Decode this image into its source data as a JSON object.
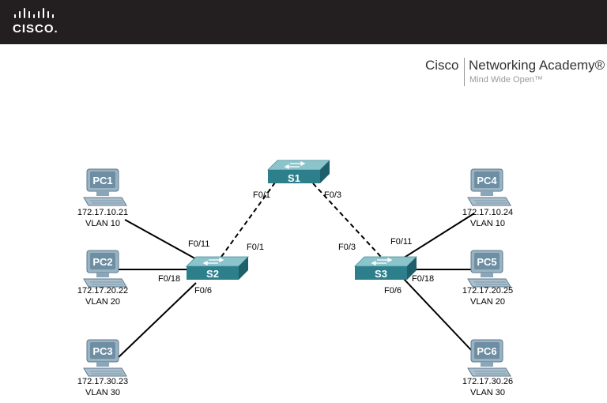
{
  "header": {
    "logo_text": "CISCO."
  },
  "academy": {
    "brand": "Cisco",
    "name": "Networking Academy®",
    "tagline": "Mind Wide Open™"
  },
  "diagram": {
    "switches": [
      {
        "id": "s1",
        "label": "S1"
      },
      {
        "id": "s2",
        "label": "S2"
      },
      {
        "id": "s3",
        "label": "S3"
      }
    ],
    "pcs": [
      {
        "id": "pc1",
        "label": "PC1",
        "ip": "172.17.10.21",
        "vlan": "VLAN 10"
      },
      {
        "id": "pc2",
        "label": "PC2",
        "ip": "172.17.20.22",
        "vlan": "VLAN 20"
      },
      {
        "id": "pc3",
        "label": "PC3",
        "ip": "172.17.30.23",
        "vlan": "VLAN 30"
      },
      {
        "id": "pc4",
        "label": "PC4",
        "ip": "172.17.10.24",
        "vlan": "VLAN 10"
      },
      {
        "id": "pc5",
        "label": "PC5",
        "ip": "172.17.20.25",
        "vlan": "VLAN 20"
      },
      {
        "id": "pc6",
        "label": "PC6",
        "ip": "172.17.30.26",
        "vlan": "VLAN 30"
      }
    ],
    "ports": {
      "s1_s2": "F0/1",
      "s2_s1": "F0/1",
      "s1_s3": "F0/3",
      "s3_s1": "F0/3",
      "s2_pc1": "F0/11",
      "s2_pc2": "F0/18",
      "s2_pc3": "F0/6",
      "s3_pc4": "F0/11",
      "s3_pc5": "F0/18",
      "s3_pc6": "F0/6"
    },
    "colors": {
      "switch_top": "#8cc4cc",
      "switch_front": "#2e7f8c",
      "pc_body": "#8aa6b8",
      "pc_screen": "#6f8fa4"
    }
  }
}
